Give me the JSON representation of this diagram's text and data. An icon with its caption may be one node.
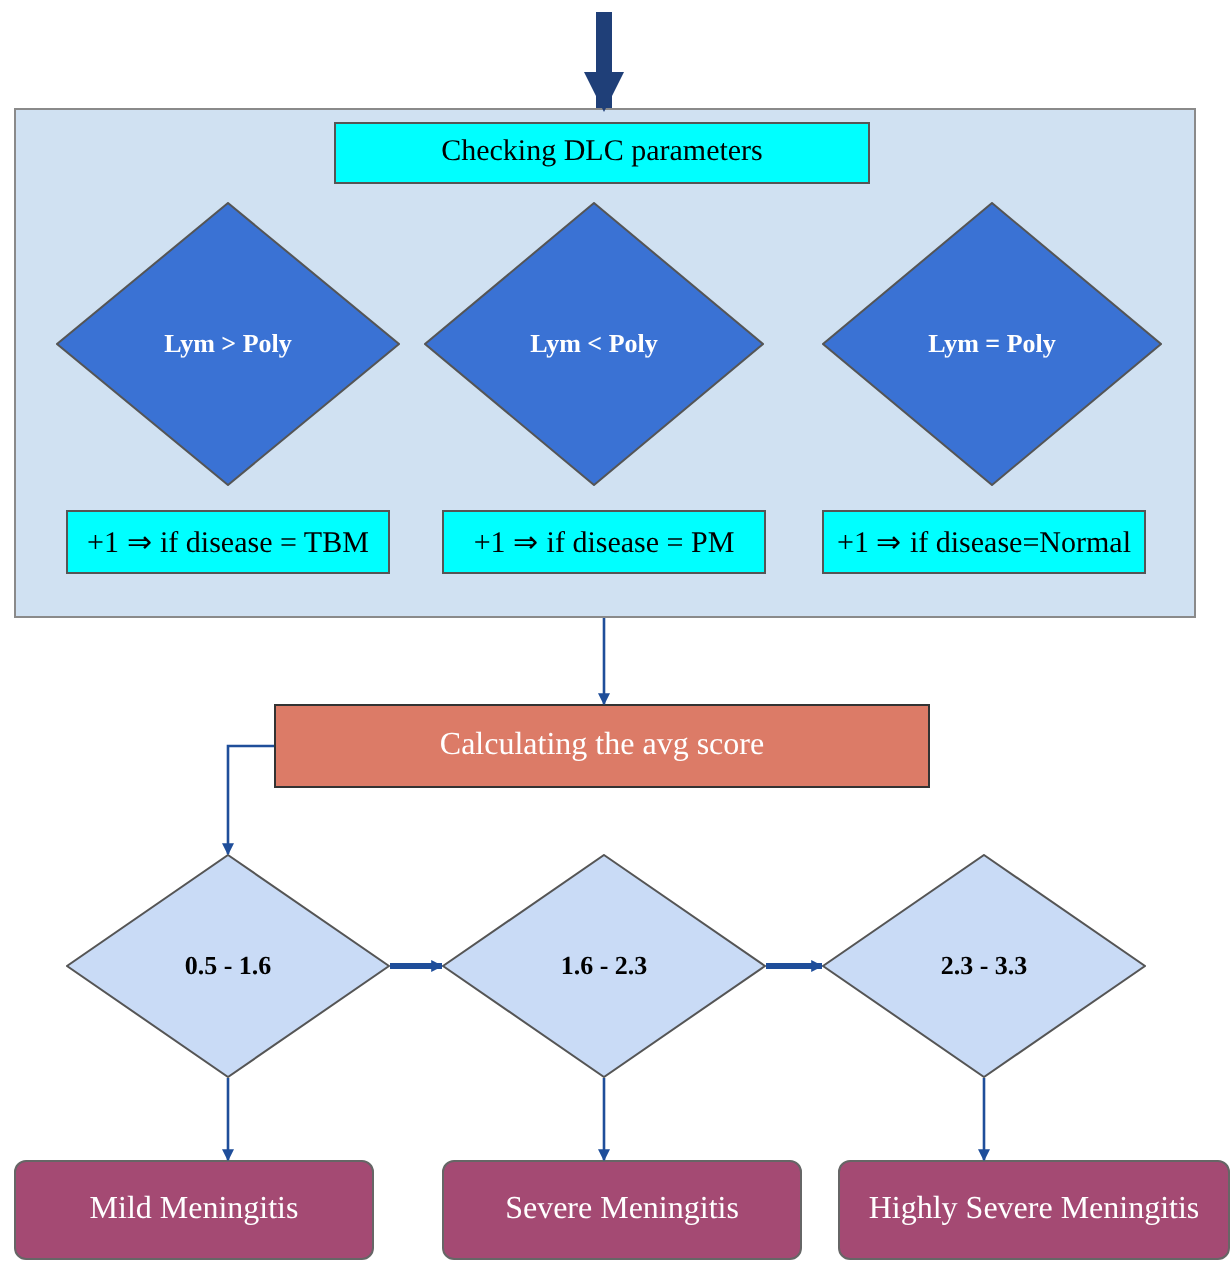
{
  "diagram": {
    "nodes": [
      {
        "text": [],
        "shape": "box"
      },
      {
        "text": [
          "Checking DLC parameters"
        ],
        "in": 0
      },
      {
        "text": [
          "Lym > Poly"
        ],
        "in": 0
      },
      {
        "text": [
          "Lym < Poly"
        ],
        "in": 0
      },
      {
        "text": [
          "Lym = Poly"
        ],
        "in": 0
      },
      {
        "text": [
          "+1 ⇒ if disease = TBM"
        ],
        "in": 0
      },
      {
        "text": [
          "+1 ⇒ if disease = PM"
        ],
        "in": 0
      },
      {
        "text": [
          "+1 ⇒ if disease=Normal"
        ],
        "in": 0
      },
      {
        "text": [
          "Calculating the avg score"
        ]
      },
      {
        "text": [
          "0.5 - 1.6"
        ]
      },
      {
        "text": [
          "1.6 - 2.3"
        ]
      },
      {
        "text": [
          "2.3 - 3.3"
        ]
      },
      {
        "text": [
          "Mild Meningitis"
        ]
      },
      {
        "text": [
          "Severe Meningitis"
        ]
      },
      {
        "text": [
          "Highly Severe Meningitis"
        ]
      }
    ],
    "edges": [
      {
        "from": null,
        "to": 0,
        "arrow": "to",
        "style": "thick"
      },
      {
        "from": 0,
        "to": 8,
        "arrow": "to"
      },
      {
        "from": 8,
        "to": 9,
        "arrow": "to"
      },
      {
        "from": 9,
        "to": 10,
        "arrow": "to",
        "style": "thick"
      },
      {
        "from": 10,
        "to": 11,
        "arrow": "to",
        "style": "thick"
      },
      {
        "from": 9,
        "to": 12,
        "arrow": "to"
      },
      {
        "from": 10,
        "to": 13,
        "arrow": "to"
      },
      {
        "from": 11,
        "to": 14,
        "arrow": "to"
      }
    ]
  }
}
